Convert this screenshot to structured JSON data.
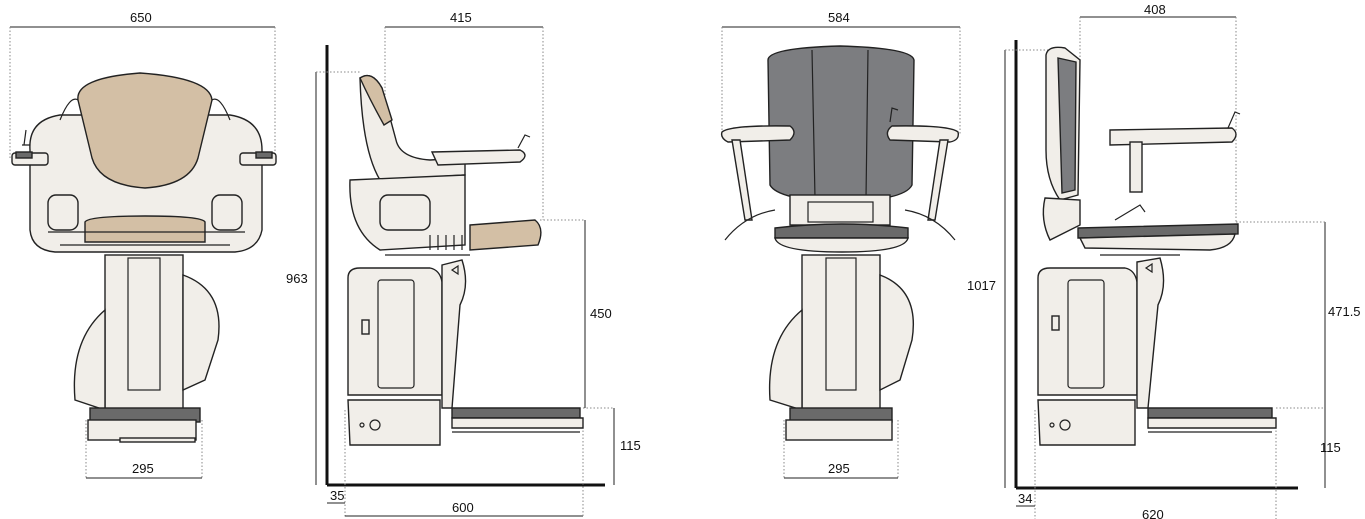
{
  "views": [
    {
      "name": "front-view-beige",
      "dims": {
        "top_width": "650",
        "footplate_width": "295"
      }
    },
    {
      "name": "side-view-beige",
      "dims": {
        "top_width": "415",
        "height": "963",
        "seat_height": "450",
        "footrest_height": "115",
        "wall_offset": "35",
        "depth": "600"
      }
    },
    {
      "name": "front-view-grey",
      "dims": {
        "top_width": "584",
        "footplate_width": "295"
      }
    },
    {
      "name": "side-view-grey",
      "dims": {
        "top_width": "408",
        "height": "1017",
        "seat_height": "471.5",
        "footrest_height": "115",
        "wall_offset": "34",
        "depth": "620"
      }
    }
  ],
  "colors": {
    "upholstery_beige": "#d3bfa5",
    "upholstery_grey": "#7c7d80",
    "frame": "#f1eee9"
  }
}
